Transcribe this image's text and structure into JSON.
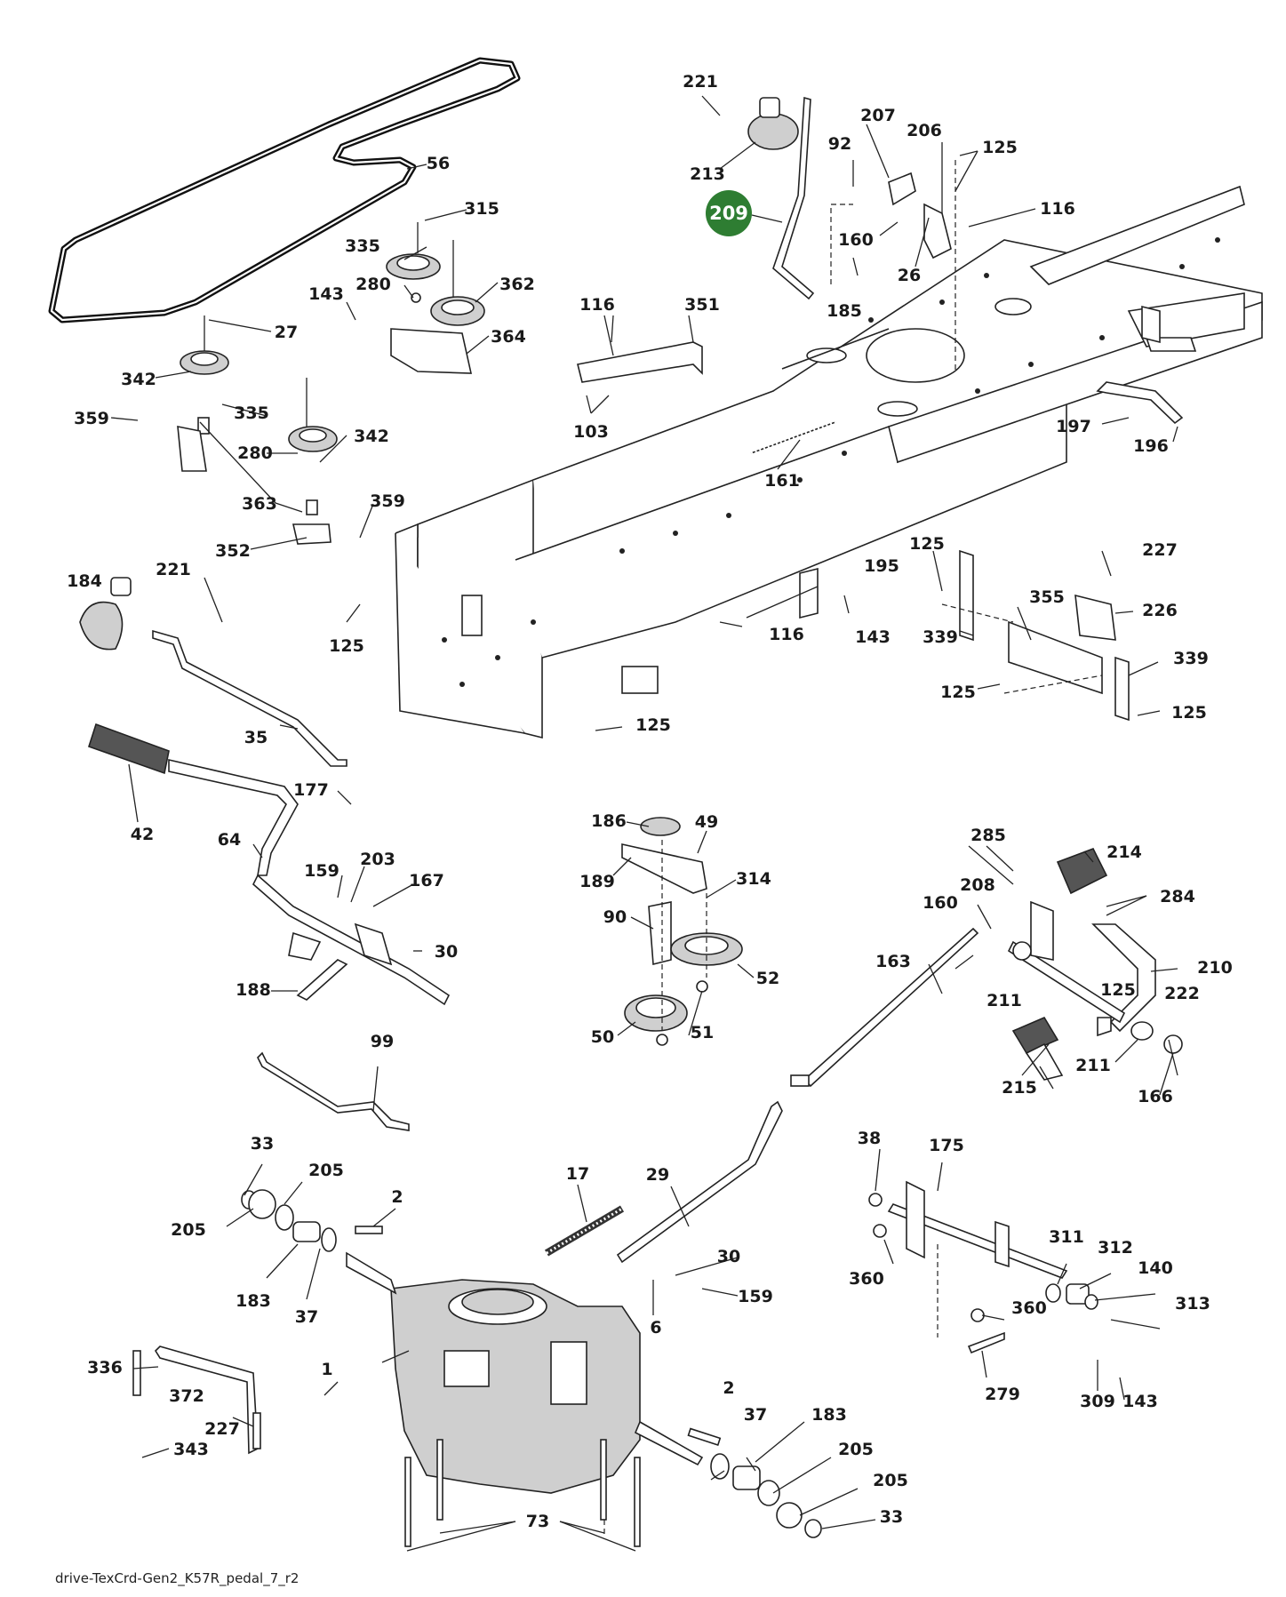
{
  "footer": "drive-TexCrd-Gen2_K57R_pedal_7_r2",
  "highlight": {
    "label": "209",
    "color": "#2e7d32"
  },
  "labels": {
    "l221a": "221",
    "l213": "213",
    "l207": "207",
    "l206": "206",
    "l125a": "125",
    "l92": "92",
    "l116a": "116",
    "l160a": "160",
    "l26": "26",
    "l185": "185",
    "l56": "56",
    "l315": "315",
    "l335a": "335",
    "l280a": "280",
    "l362": "362",
    "l143a": "143",
    "l364": "364",
    "l27": "27",
    "l342a": "342",
    "l359a": "359",
    "l335b": "335",
    "l280b": "280",
    "l342b": "342",
    "l363": "363",
    "l352": "352",
    "l359b": "359",
    "l116b": "116",
    "l351": "351",
    "l103": "103",
    "l161": "161",
    "l197": "197",
    "l196": "196",
    "l184": "184",
    "l221b": "221",
    "l125b": "125",
    "l195": "195",
    "l116c": "116",
    "l143b": "143",
    "l125c": "125",
    "l227a": "227",
    "l339a": "339",
    "l355": "355",
    "l226": "226",
    "l339b": "339",
    "l125d": "125",
    "l125e": "125",
    "l125f": "125",
    "l35": "35",
    "l42": "42",
    "l177": "177",
    "l64": "64",
    "l159a": "159",
    "l203": "203",
    "l167": "167",
    "l30a": "30",
    "l188": "188",
    "l186": "186",
    "l49": "49",
    "l189": "189",
    "l314": "314",
    "l90": "90",
    "l52": "52",
    "l50": "50",
    "l51": "51",
    "l285": "285",
    "l214": "214",
    "l160b": "160",
    "l208": "208",
    "l284": "284",
    "l163": "163",
    "l125g": "125",
    "l210": "210",
    "l211a": "211",
    "l222": "222",
    "l211b": "211",
    "l166": "166",
    "l215": "215",
    "l99": "99",
    "l33a": "33",
    "l205a": "205",
    "l205b": "205",
    "l2a": "2",
    "l183a": "183",
    "l37a": "37",
    "l17": "17",
    "l29": "29",
    "l30b": "30",
    "l159b": "159",
    "l6": "6",
    "l38": "38",
    "l175": "175",
    "l360a": "360",
    "l311": "311",
    "l312": "312",
    "l140": "140",
    "l313": "313",
    "l360b": "360",
    "l279": "279",
    "l309": "309",
    "l143c": "143",
    "l1": "1",
    "l336": "336",
    "l372": "372",
    "l227b": "227",
    "l343": "343",
    "l2b": "2",
    "l37b": "37",
    "l183b": "183",
    "l205c": "205",
    "l205d": "205",
    "l33b": "33",
    "l73": "73"
  }
}
